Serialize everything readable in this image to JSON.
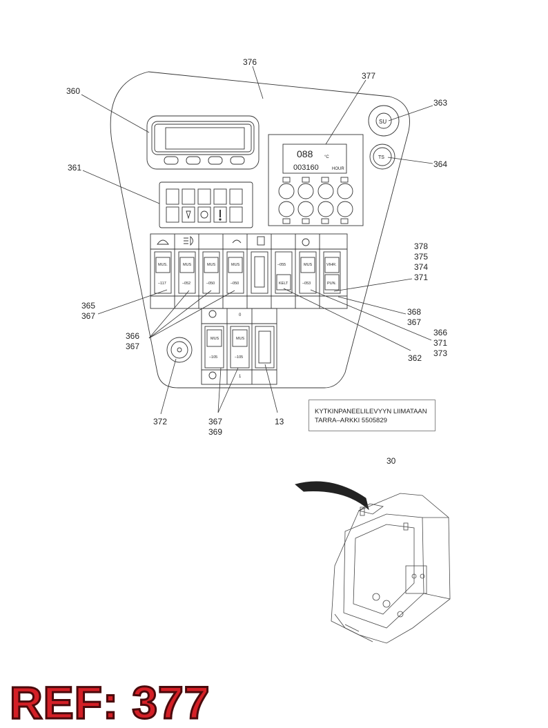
{
  "callouts": {
    "c376": "376",
    "c377": "377",
    "c360": "360",
    "c363": "363",
    "c361": "361",
    "c364": "364",
    "c378_group": [
      "378",
      "375",
      "374",
      "371"
    ],
    "c365_group": [
      "365",
      "367"
    ],
    "c366_group": [
      "366",
      "367"
    ],
    "c368_group": [
      "368",
      "367"
    ],
    "c366b_group": [
      "366",
      "371",
      "373"
    ],
    "c362": "362",
    "c372": "372",
    "c367_group": [
      "367",
      "369"
    ],
    "c13": "13",
    "c30": "30"
  },
  "panel": {
    "display": {
      "temp": "088",
      "temp_unit": "°C",
      "hours": "003160",
      "hours_unit": "HOUR"
    },
    "gauge_su": "SU",
    "gauge_ts": "TS",
    "switch_labels_top": [
      "MUS.",
      "MUS",
      "MUS",
      "MUS",
      "",
      "",
      "MUS",
      "VIHR."
    ],
    "switch_codes": [
      "–117",
      "–052",
      "–050",
      "–050",
      "",
      "–055",
      "–053",
      ""
    ],
    "kelt": "KELT",
    "puna": "PUN.",
    "lower_switch_labels": [
      "MUS",
      "MUS"
    ],
    "lower_switch_codes": [
      "–105",
      "–105"
    ],
    "lower_values": [
      "0",
      "1"
    ]
  },
  "note": {
    "line1": "KYTKINPANEELILEVYYN LIIMATAAN",
    "line2": "TARRA–ARKKI 5505829"
  },
  "ref_label": "REF: 377",
  "colors": {
    "ref_fill": "#d41f26",
    "ref_stroke": "#4a0a0c",
    "line": "#333333"
  }
}
